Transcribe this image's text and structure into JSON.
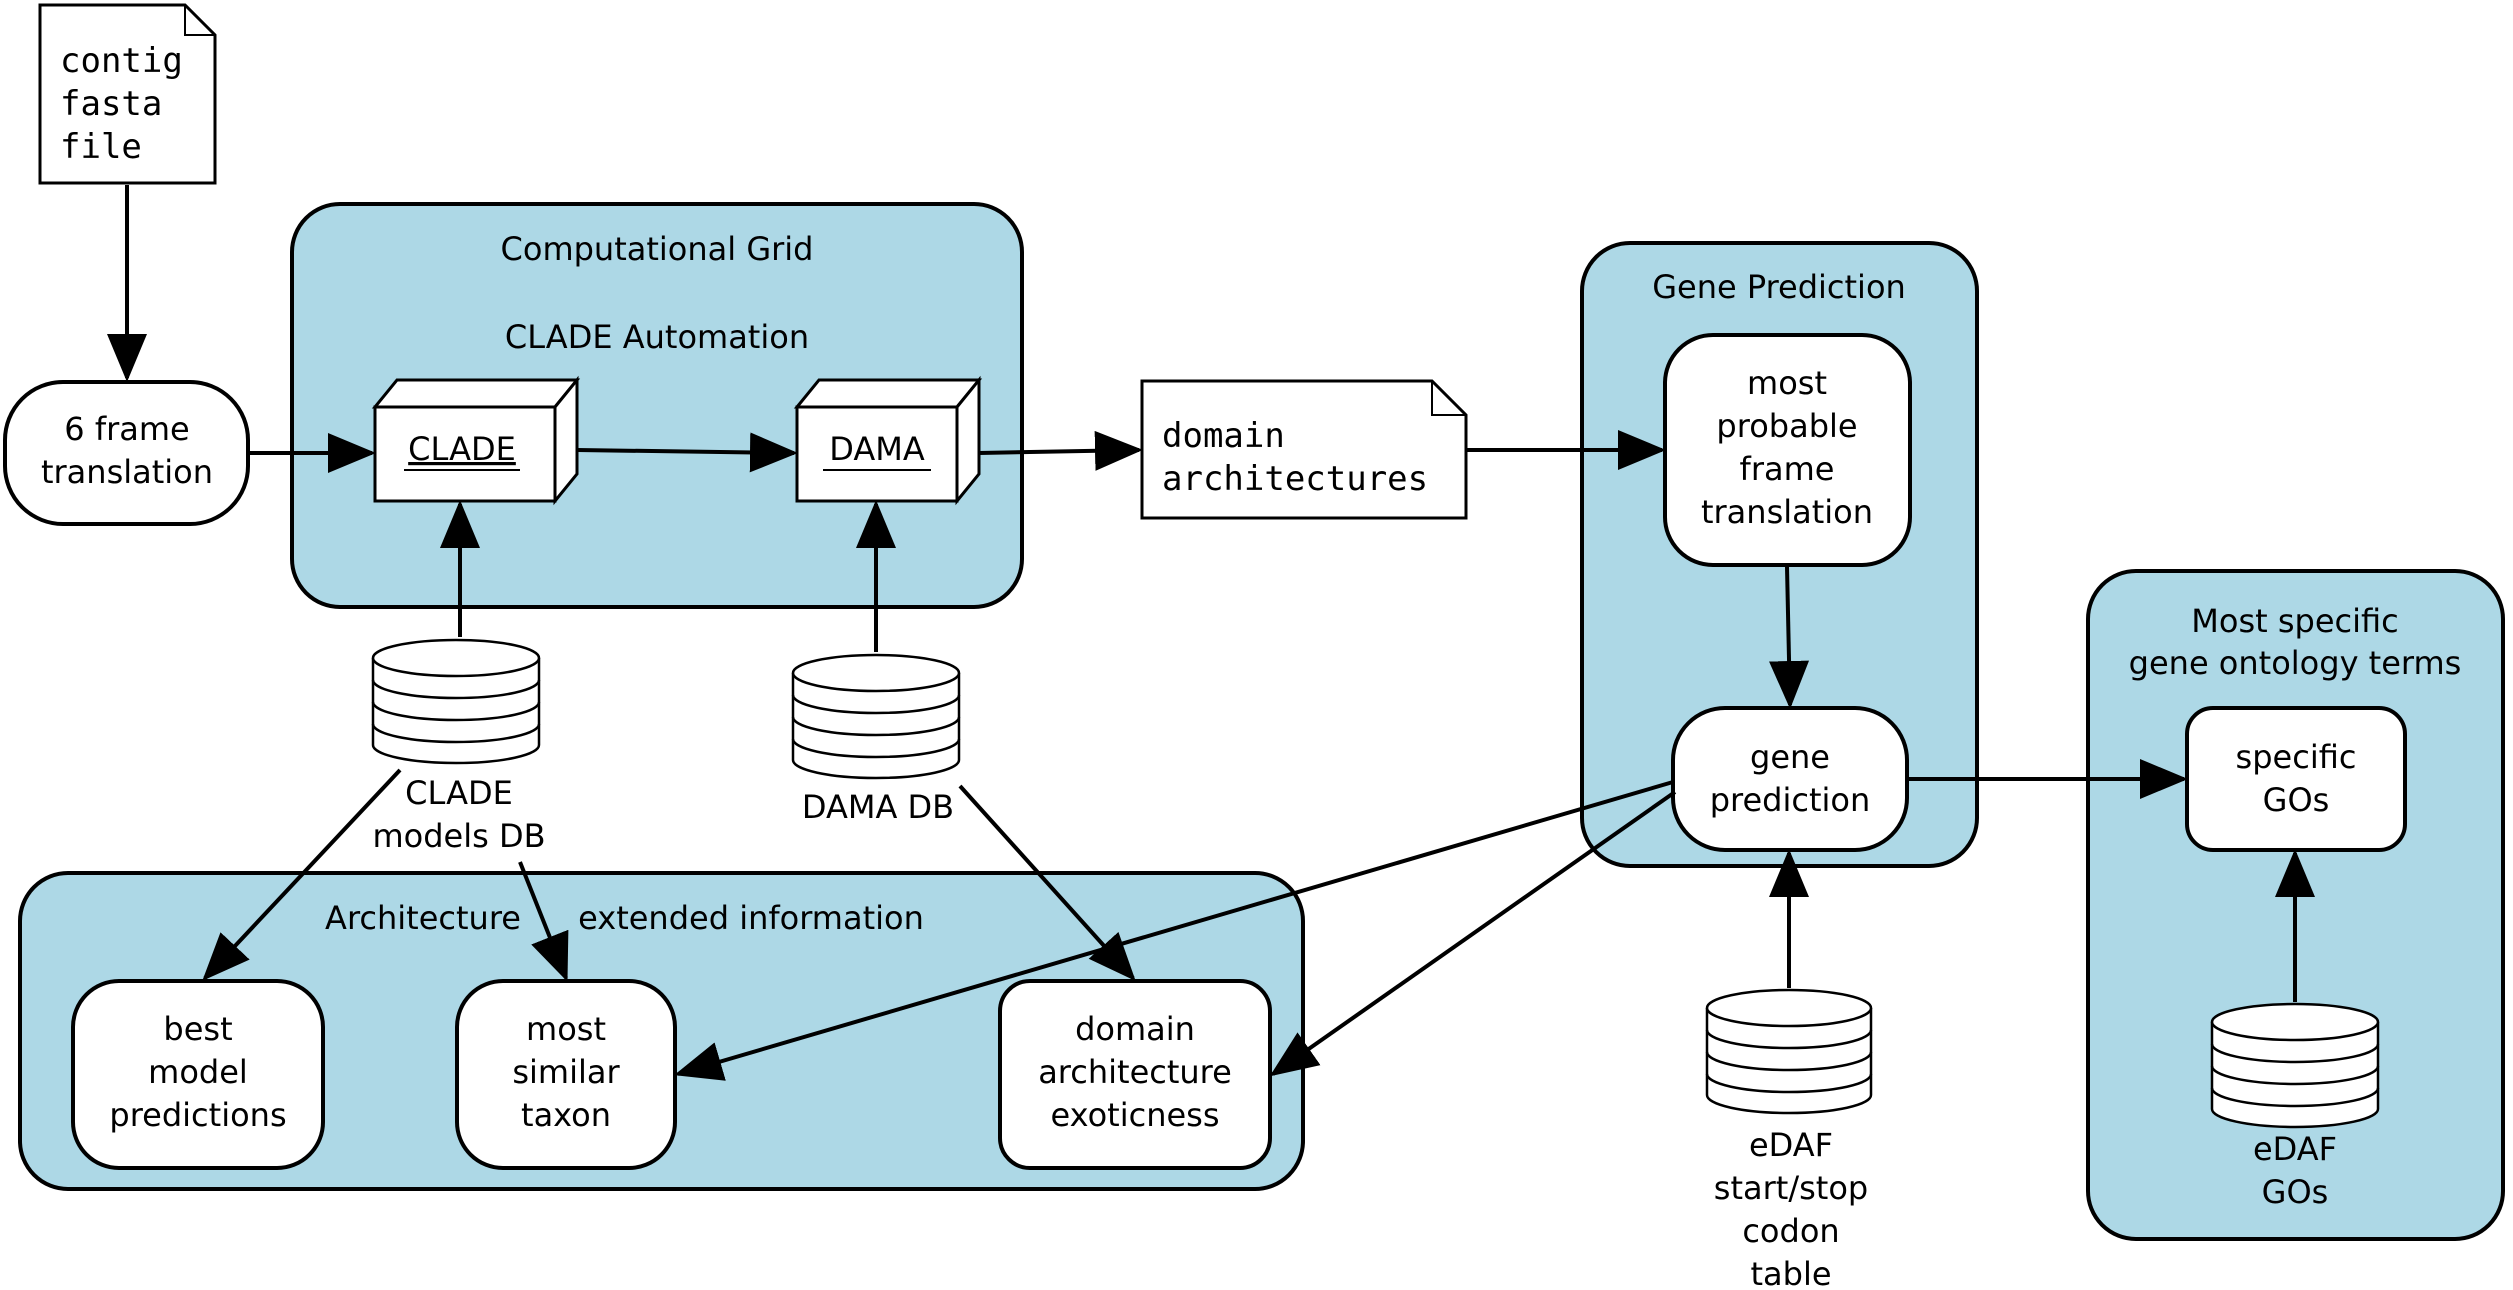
{
  "colors": {
    "panel_fill": "#add8e6",
    "stroke": "#000000",
    "node_fill": "#ffffff"
  },
  "input_file": {
    "lines": [
      "contig",
      "fasta",
      "file"
    ]
  },
  "frame_translation": {
    "lines": [
      "6 frame",
      "translation"
    ]
  },
  "grid": {
    "title": "Computational Grid",
    "subtitle": "CLADE Automation"
  },
  "clade": {
    "label": "CLADE"
  },
  "dama": {
    "label": "DAMA"
  },
  "domain_arch_file": {
    "lines": [
      "domain",
      "architectures"
    ]
  },
  "clade_db": {
    "lines": [
      "CLADE",
      "models DB"
    ]
  },
  "dama_db": {
    "lines": [
      "DAMA DB"
    ]
  },
  "gene_prediction_panel": {
    "title": "Gene Prediction"
  },
  "most_probable": {
    "lines": [
      "most",
      "probable",
      "frame",
      "translation"
    ]
  },
  "gene_prediction_node": {
    "lines": [
      "gene",
      "prediction"
    ]
  },
  "architecture_panel": {
    "title_left": "Architecture",
    "title_right": "extended information"
  },
  "best_model": {
    "lines": [
      "best",
      "model",
      "predictions"
    ]
  },
  "most_similar": {
    "lines": [
      "most",
      "similar",
      "taxon"
    ]
  },
  "exoticness": {
    "lines": [
      "domain",
      "architecture",
      "exoticness"
    ]
  },
  "edaf_codon_db": {
    "lines": [
      "eDAF",
      "start/stop",
      "codon",
      "table"
    ]
  },
  "go_panel": {
    "title_lines": [
      "Most specific",
      "gene ontology terms"
    ]
  },
  "specific_gos": {
    "lines": [
      "specific",
      "GOs"
    ]
  },
  "edaf_gos_db": {
    "lines": [
      "eDAF",
      "GOs"
    ]
  }
}
